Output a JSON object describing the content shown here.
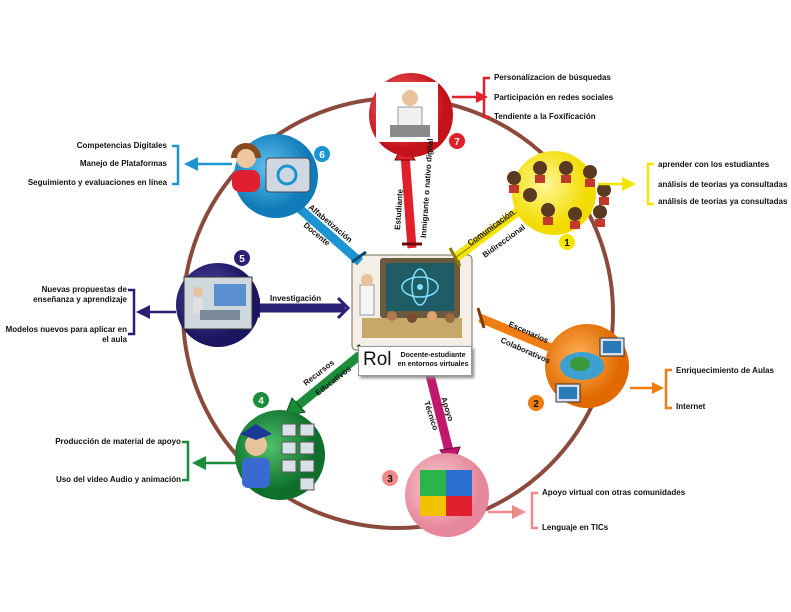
{
  "center": {
    "title": "Rol",
    "subtitle": "Docente-estudiante en entornos virtuales"
  },
  "nodes": [
    {
      "number": "1",
      "color": "#f5e400",
      "spoke_label": [
        "Comunicación",
        "Bidireccional"
      ],
      "items": [
        "aprender con los estudiantes",
        "análisis de teorías ya consultadas",
        "análisis de teorías ya consultadas"
      ]
    },
    {
      "number": "2",
      "color": "#ef7d12",
      "spoke_label": [
        "Escenarios",
        "Colaborativos"
      ],
      "items": [
        "Enriquecimiento de Aulas",
        "Internet"
      ]
    },
    {
      "number": "3",
      "color": "#f08a8a",
      "spoke_label": [
        "Apoyo",
        "Técnico"
      ],
      "items": [
        "Apoyo virtual con otras comunidades",
        "Lenguaje en TICs"
      ]
    },
    {
      "number": "4",
      "color": "#1a8c3a",
      "spoke_label": [
        "Recursos",
        "Educativos"
      ],
      "items": [
        "Producción de material de apoyo",
        "Uso del video Audio y animación"
      ]
    },
    {
      "number": "5",
      "color": "#2a2177",
      "spoke_label": [
        "Investigación"
      ],
      "items": [
        "Nuevas propuestas de enseñanza y aprendizaje",
        "Modelos nuevos para aplicar en el aula"
      ]
    },
    {
      "number": "6",
      "color": "#1c94d2",
      "spoke_label": [
        "Alfabetización",
        "Docente"
      ],
      "items": [
        "Competencias Digitales",
        "Manejo de Plataformas",
        "Seguimiento y evaluaciones en línea"
      ]
    },
    {
      "number": "7",
      "color": "#e0202a",
      "spoke_label": [
        "Estudiante",
        "Inmigrante o nativo digital"
      ],
      "items": [
        "Personalizacion de búsquedas",
        "Participación en redes sociales",
        "Tendiente a la Foxificación"
      ]
    }
  ],
  "colors": {
    "ring": "#8b4a3c",
    "yellow": "#f5e400",
    "orange": "#ef7d12",
    "pink": "#f08a8a",
    "green": "#1a8c3a",
    "navy": "#2a2177",
    "blue": "#1c94d2",
    "red": "#e0202a"
  }
}
